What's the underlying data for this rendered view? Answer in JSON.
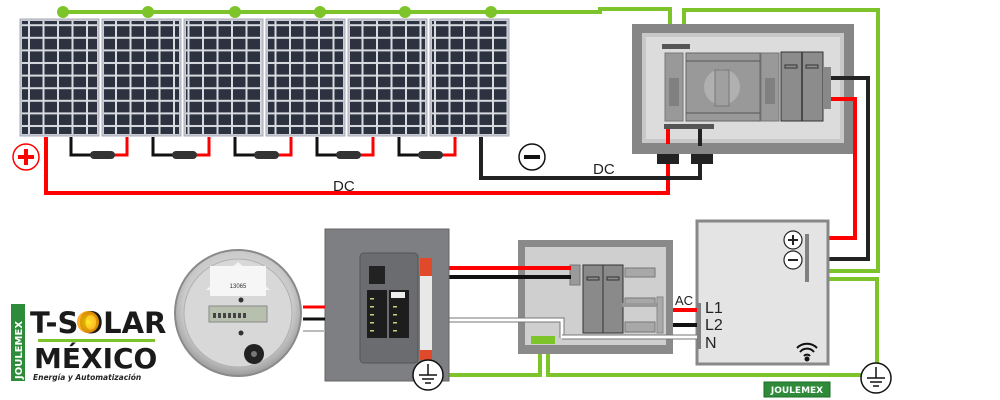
{
  "title": "Grid-tie solar PV wiring diagram",
  "colors": {
    "ground": "#7dc42a",
    "positive": "#ff0000",
    "negative": "#222222",
    "neutral": "#ffffff",
    "enclosure": "#888888",
    "enclosure_inner": "#dcdcdc",
    "panel_cell": "#2c3240",
    "brand_green": "#2e8b3a"
  },
  "solar_array": {
    "panel_count": 6,
    "positive_symbol": "+",
    "negative_symbol": "−",
    "dc_label_positive_run": "DC",
    "dc_label_negative_run": "DC"
  },
  "dc_disconnect": {
    "name": "DC disconnect box"
  },
  "inverter": {
    "dc_terminals": {
      "positive": "+",
      "negative": "−"
    },
    "ac_terminals": [
      "L1",
      "L2",
      "N"
    ],
    "ac_label": "AC",
    "wifi": true
  },
  "ac_disconnect": {
    "name": "AC disconnect box"
  },
  "breaker_panel": {
    "name": "Main breaker panel"
  },
  "meter": {
    "name": "Utility meter",
    "display_reading": "13065"
  },
  "ground_symbols": 2,
  "logo": {
    "line1": "T-SOLAR",
    "line2": "MÉXICO",
    "tagline": "Energía y Automatización",
    "side_brand": "JOULEMEX"
  },
  "footer_badge": "JOULEMEX"
}
